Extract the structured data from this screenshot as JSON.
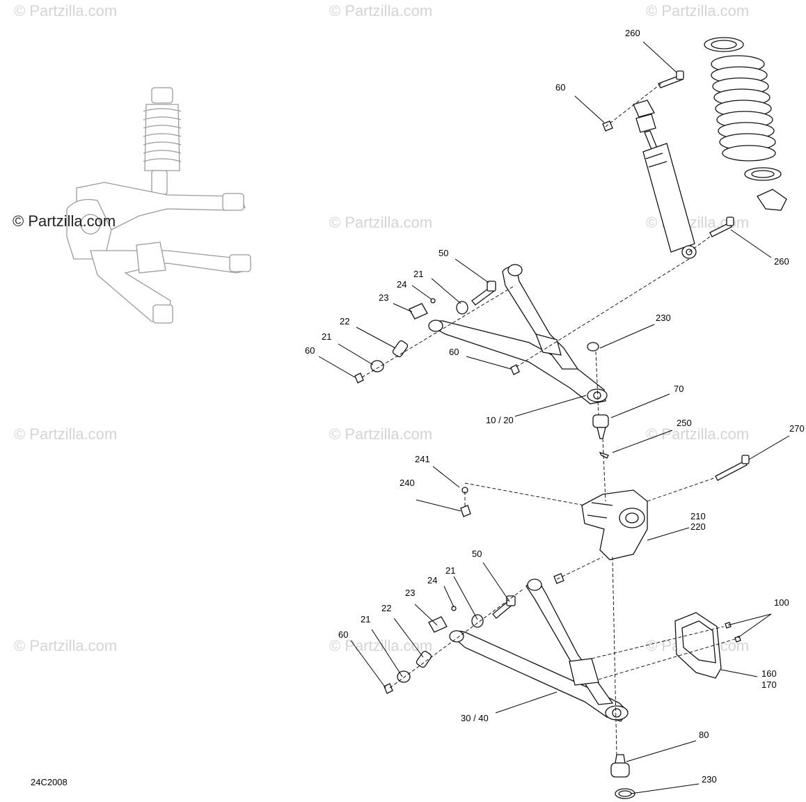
{
  "watermarks": {
    "wm1": "© Partzilla.com",
    "wm2": "© Partzilla.com",
    "wm3": "© Partzilla.com",
    "wm4": "© Partzilla.com",
    "wm5": "© Partzilla.com",
    "wm6": "© Partzilla.com",
    "wm7": "© Partzilla.com",
    "wm8": "© Partzilla.com",
    "wm9": "© Partzilla.com",
    "wm10": "© Partzilla.com",
    "wm11": "© Partzilla.com"
  },
  "copyright": "© Partzilla.com",
  "diagram_code": "24C2008",
  "callouts": {
    "shock_bolt_top": "260",
    "shock_nut_top": "60",
    "shock_bolt_bottom": "260",
    "upper_bolt": "50",
    "upper_bushing_outer": "21",
    "upper_grease_fitting": "24",
    "upper_bracket": "23",
    "upper_sleeve": "22",
    "upper_bushing_inner": "21",
    "upper_nut_left": "60",
    "upper_nut_mid": "60",
    "upper_arm": "10 / 20",
    "upper_circlip": "230",
    "upper_ball_joint": "70",
    "cotter_pin": "250",
    "knuckle_bolt": "270",
    "washer": "241",
    "knuckle_nut": "240",
    "knuckle_a": "210",
    "knuckle_b": "220",
    "lower_bolt": "50",
    "lower_bushing_outer": "21",
    "lower_grease_fitting": "24",
    "lower_bracket": "23",
    "lower_sleeve": "22",
    "lower_bushing_inner": "21",
    "lower_nut": "60",
    "lower_arm": "30 / 40",
    "guard_screw": "100",
    "guard_a": "160",
    "guard_b": "170",
    "lower_ball_joint": "80",
    "lower_circlip": "230"
  }
}
